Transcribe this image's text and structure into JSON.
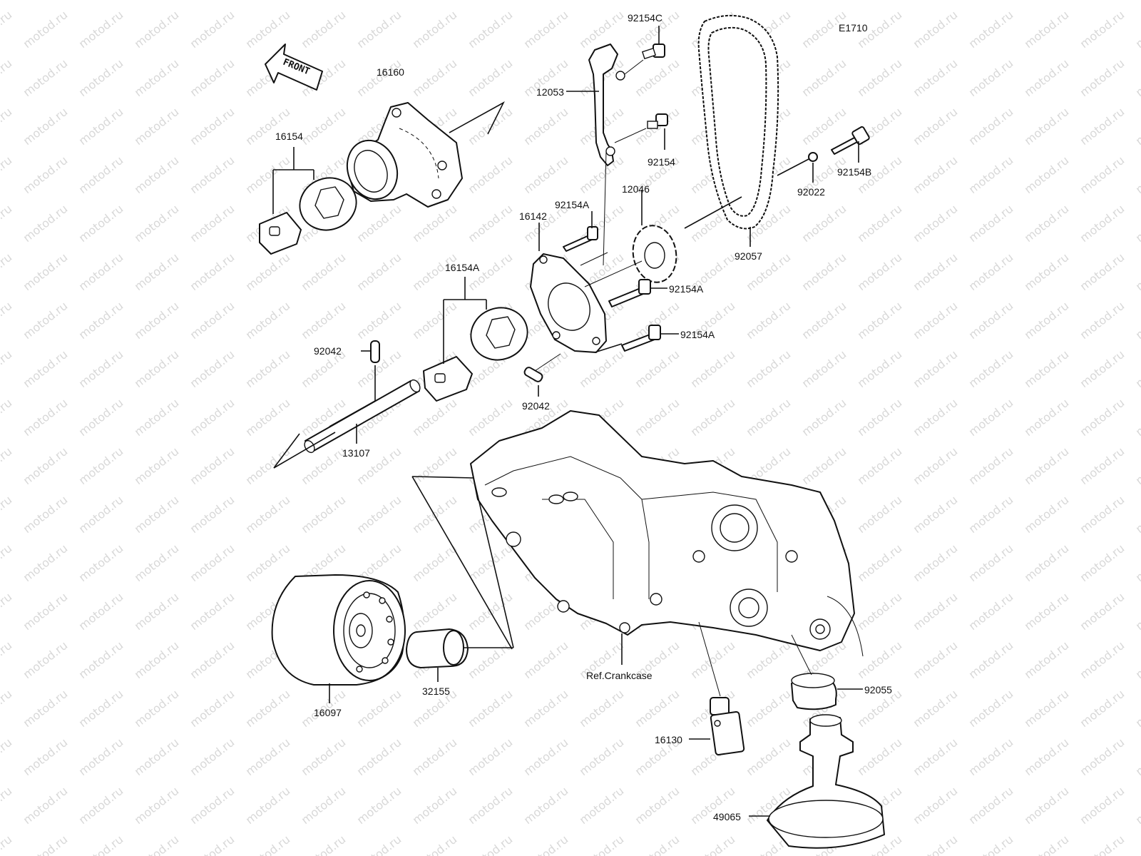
{
  "diagram_code": "E1710",
  "watermark_text": "motod.ru",
  "front_label": "FRONT",
  "ref_label": "Ref.Crankcase",
  "parts": [
    {
      "id": "label-16160",
      "text": "16160"
    },
    {
      "id": "label-16154",
      "text": "16154"
    },
    {
      "id": "label-92154C",
      "text": "92154C"
    },
    {
      "id": "label-12053",
      "text": "12053"
    },
    {
      "id": "label-92154",
      "text": "92154"
    },
    {
      "id": "label-12046",
      "text": "12046"
    },
    {
      "id": "label-92154A-top",
      "text": "92154A"
    },
    {
      "id": "label-16142",
      "text": "16142"
    },
    {
      "id": "label-92154A-mid",
      "text": "92154A"
    },
    {
      "id": "label-92154A-low",
      "text": "92154A"
    },
    {
      "id": "label-16154A",
      "text": "16154A"
    },
    {
      "id": "label-92042-top",
      "text": "92042"
    },
    {
      "id": "label-92042-bottom",
      "text": "92042"
    },
    {
      "id": "label-13107",
      "text": "13107"
    },
    {
      "id": "label-92057",
      "text": "92057"
    },
    {
      "id": "label-92022",
      "text": "92022"
    },
    {
      "id": "label-92154B",
      "text": "92154B"
    },
    {
      "id": "label-16097",
      "text": "16097"
    },
    {
      "id": "label-32155",
      "text": "32155"
    },
    {
      "id": "label-92055",
      "text": "92055"
    },
    {
      "id": "label-16130",
      "text": "16130"
    },
    {
      "id": "label-49065",
      "text": "49065"
    }
  ]
}
